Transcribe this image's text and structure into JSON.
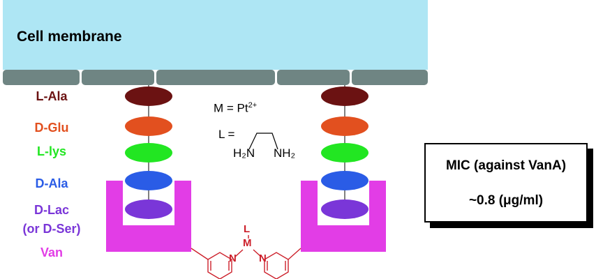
{
  "membrane": {
    "label": "Cell membrane"
  },
  "residues": [
    {
      "label": "L-Ala",
      "color": "#6b1212"
    },
    {
      "label": "D-Glu",
      "color": "#e2501f"
    },
    {
      "label": "L-lys",
      "color": "#22e622"
    },
    {
      "label": "D-Ala",
      "color": "#2a5ce6"
    },
    {
      "label": "D-Lac",
      "color": "#7a36d8"
    }
  ],
  "extra_labels": {
    "d_ser": "(or D-Ser)",
    "van": "Van",
    "van_color": "#e23de6"
  },
  "colors": {
    "membrane": "#aee6f4",
    "anchor": "#6f8583",
    "linker": "#cc1f2a",
    "d_lac_text": "#7a36d8"
  },
  "legend": {
    "metal": "M = Pt",
    "metal_charge": "2+",
    "ligand": "L =",
    "h2n": "H₂N",
    "nh2": "NH₂"
  },
  "linker_atoms": {
    "l": "L",
    "m": "M",
    "n_left": "N",
    "n_right": "N"
  },
  "mic": {
    "title": "MIC (against VanA)",
    "value": "~0.8 (μg/ml)"
  }
}
